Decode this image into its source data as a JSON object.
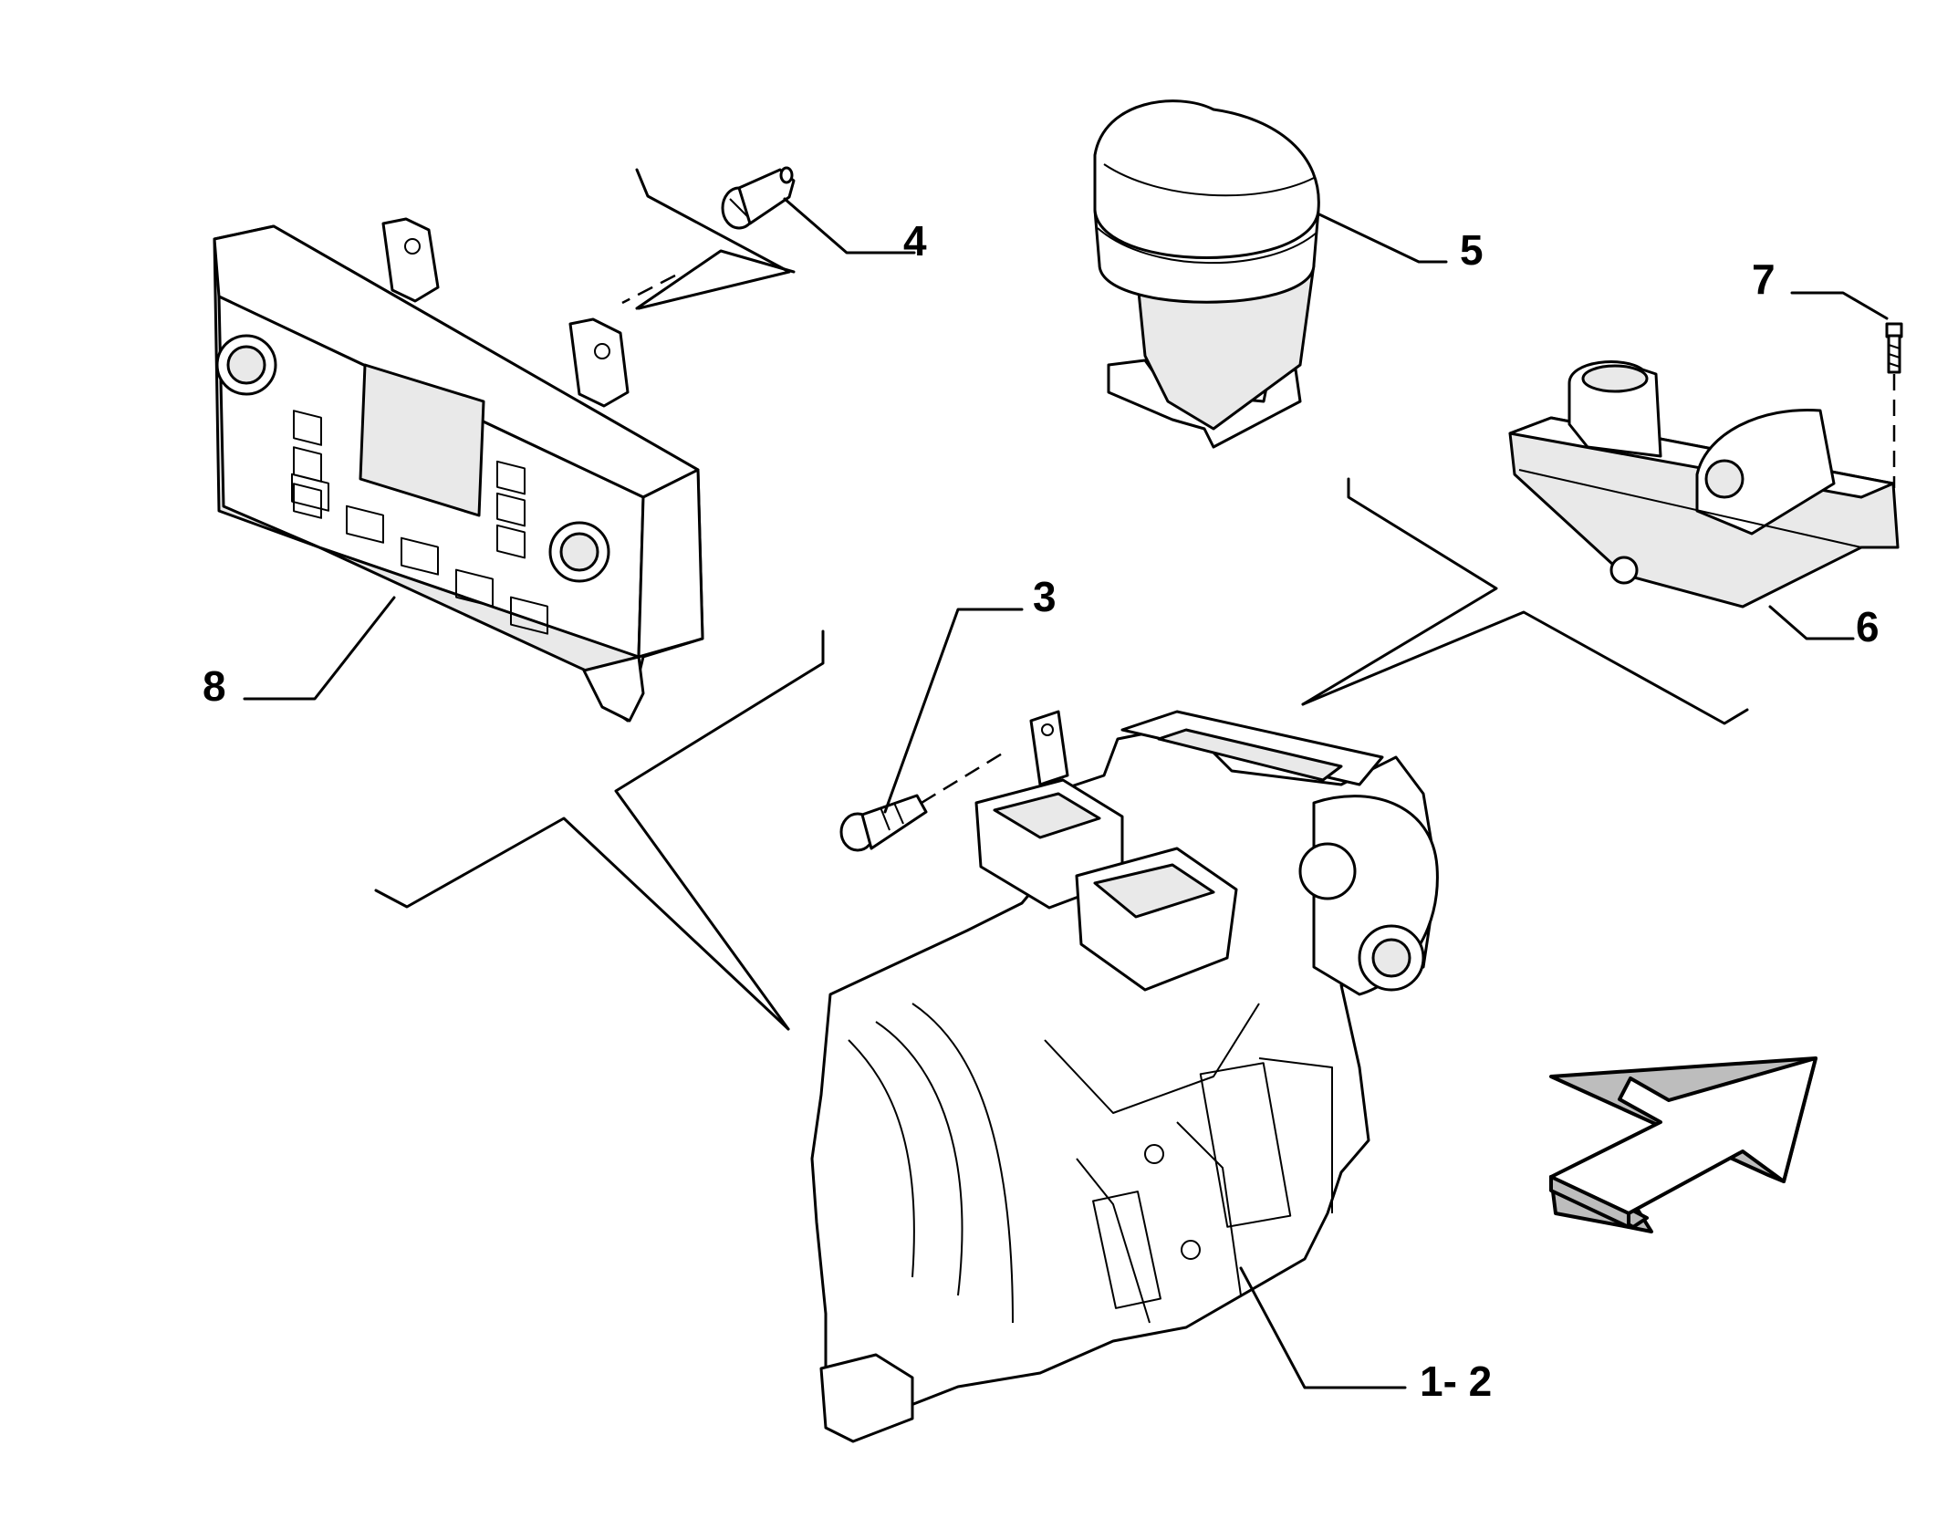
{
  "callouts": {
    "c1": "1- 2",
    "c3": "3",
    "c4": "4",
    "c5": "5",
    "c6": "6",
    "c7": "7",
    "c8": "8"
  },
  "icons": {
    "direction_arrow": "arrow-icon"
  }
}
